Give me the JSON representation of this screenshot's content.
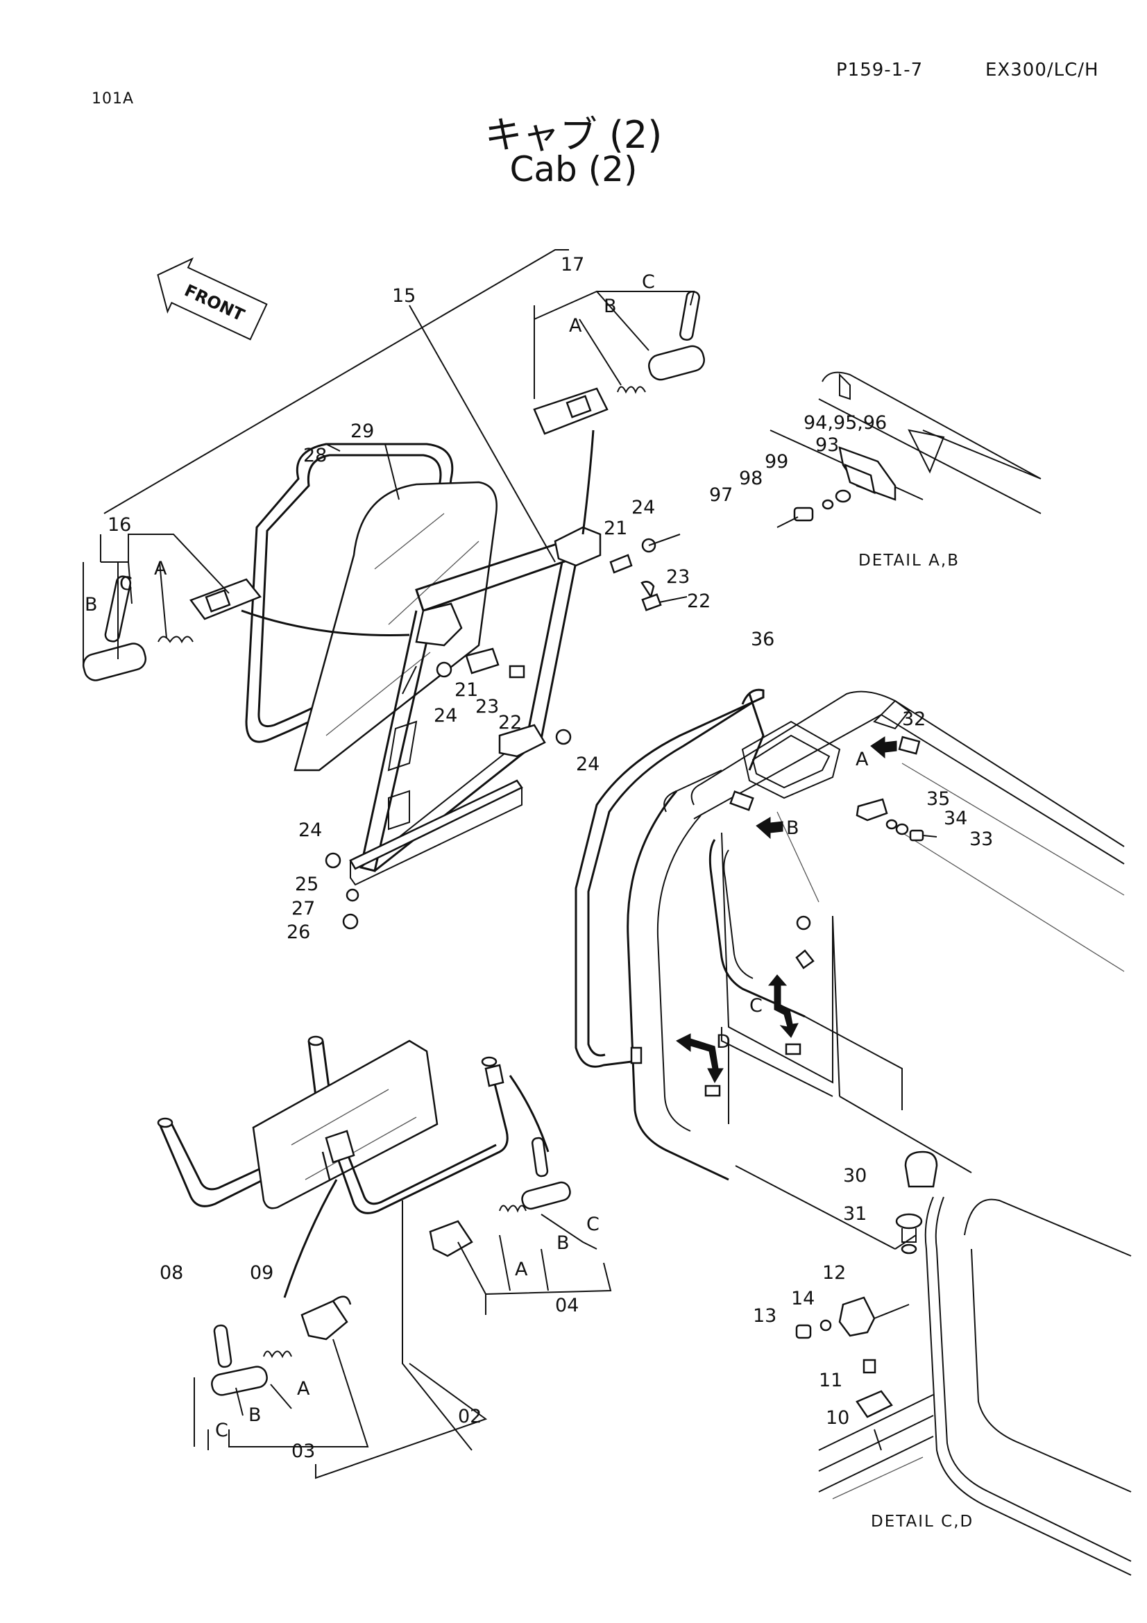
{
  "header": {
    "page_code": "101A",
    "ref": "P159-1-7",
    "model": "EX300/LC/H"
  },
  "title": {
    "jp": "キャブ (2)",
    "en": "Cab (2)"
  },
  "front_marker": "FRONT",
  "details": {
    "ab": "DETAIL A,B",
    "cd": "DETAIL C,D"
  },
  "callouts": {
    "c02": "02",
    "c03": "03",
    "c04": "04",
    "c08": "08",
    "c09": "09",
    "c10": "10",
    "c11": "11",
    "c12": "12",
    "c13": "13",
    "c14": "14",
    "c15": "15",
    "c16": "16",
    "c17": "17",
    "c21a": "21",
    "c21b": "21",
    "c22a": "22",
    "c22b": "22",
    "c23a": "23",
    "c23b": "23",
    "c24a": "24",
    "c24b": "24",
    "c24c": "24",
    "c24d": "24",
    "c25": "25",
    "c26": "26",
    "c27": "27",
    "c28": "28",
    "c29": "29",
    "c30": "30",
    "c31": "31",
    "c32": "32",
    "c33": "33",
    "c34": "34",
    "c35": "35",
    "c36": "36",
    "c93": "93",
    "c94": "94,95,96",
    "c97": "97",
    "c98": "98",
    "c99": "99"
  },
  "sub_labels": {
    "s16a": "A",
    "s16b": "B",
    "s16c": "C",
    "s17a": "A",
    "s17b": "B",
    "s17c": "C",
    "s03a": "A",
    "s03b": "B",
    "s03c": "C",
    "s04a": "A",
    "s04b": "B",
    "s04c": "C",
    "arrow_a": "A",
    "arrow_b": "B",
    "arrow_c": "C",
    "arrow_d": "D"
  }
}
